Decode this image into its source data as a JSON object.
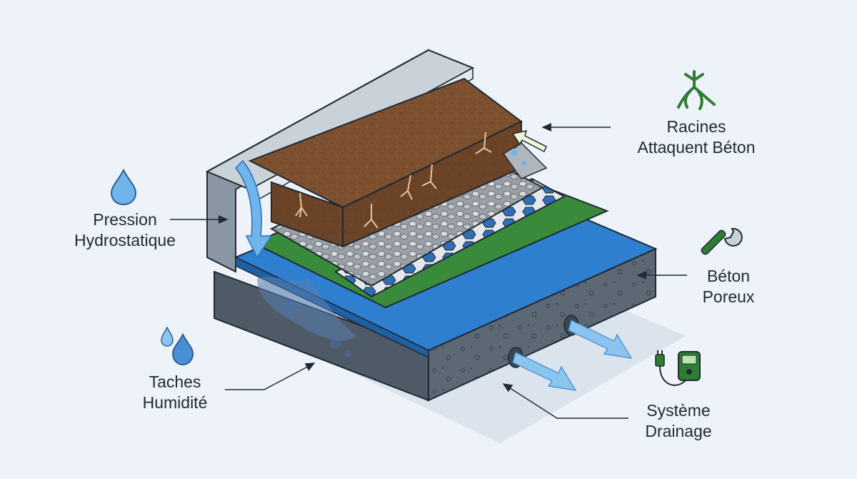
{
  "labels": {
    "racines": {
      "line1": "Racines",
      "line2": "Attaquent Béton",
      "icon": "roots-icon"
    },
    "pression": {
      "line1": "Pression",
      "line2": "Hydrostatique",
      "icon": "water-drop-icon"
    },
    "beton": {
      "line1": "Béton",
      "line2": "Poreux",
      "icon": "wrench-icon"
    },
    "taches": {
      "line1": "Taches",
      "line2": "Humidité",
      "icon": "water-drops-icon"
    },
    "drainage": {
      "line1": "Système",
      "line2": "Drainage",
      "icon": "moisture-meter-icon"
    }
  },
  "colors": {
    "soil": "#7a4e2d",
    "gravel": "#c9cdd2",
    "drain_mesh": "#2f6fb5",
    "membrane_green": "#3a8a3c",
    "membrane_blue": "#2f7fd0",
    "concrete": "#5a6670",
    "water_arrow": "#6fb4ea",
    "icon_green": "#2e7d32"
  }
}
